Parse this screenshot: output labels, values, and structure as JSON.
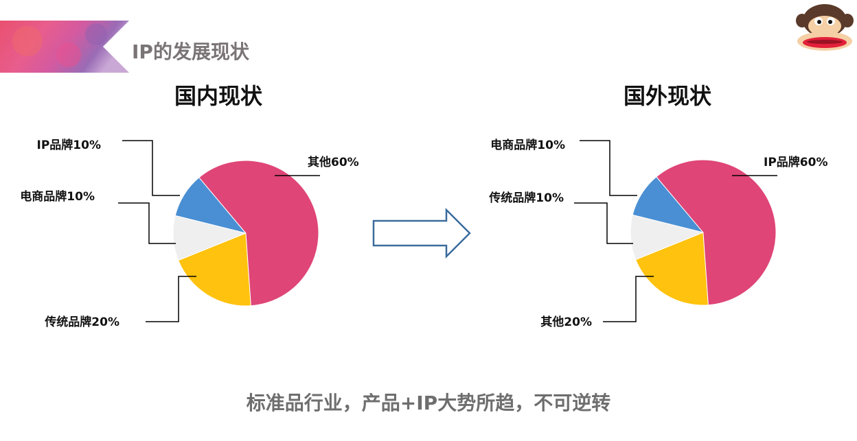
{
  "header": {
    "title": "IP的发展现状",
    "mascot_icon": "monkey-face-icon"
  },
  "colors": {
    "pink": "#df4577",
    "blue": "#4a8fd3",
    "gray": "#efefef",
    "yellow": "#ffc20e",
    "arrow": "#3a6b9c"
  },
  "chart_data": [
    {
      "type": "pie",
      "title": "国内现状",
      "slices": [
        {
          "label": "IP品牌",
          "value": 10,
          "color": "#4a8fd3",
          "text": "IP品牌10%"
        },
        {
          "label": "电商品牌",
          "value": 10,
          "color": "#efefef",
          "text": "电商品牌10%"
        },
        {
          "label": "传统品牌",
          "value": 20,
          "color": "#ffc20e",
          "text": "传统品牌20%"
        },
        {
          "label": "其他",
          "value": 60,
          "color": "#df4577",
          "text": "其他60%"
        }
      ]
    },
    {
      "type": "pie",
      "title": "国外现状",
      "slices": [
        {
          "label": "电商品牌",
          "value": 10,
          "color": "#4a8fd3",
          "text": "电商品牌10%"
        },
        {
          "label": "传统品牌",
          "value": 10,
          "color": "#efefef",
          "text": "传统品牌10%"
        },
        {
          "label": "其他",
          "value": 20,
          "color": "#ffc20e",
          "text": "其他20%"
        },
        {
          "label": "IP品牌",
          "value": 60,
          "color": "#df4577",
          "text": "IP品牌60%"
        }
      ]
    }
  ],
  "footer": {
    "text": "标准品行业，产品+IP大势所趋，不可逆转"
  }
}
